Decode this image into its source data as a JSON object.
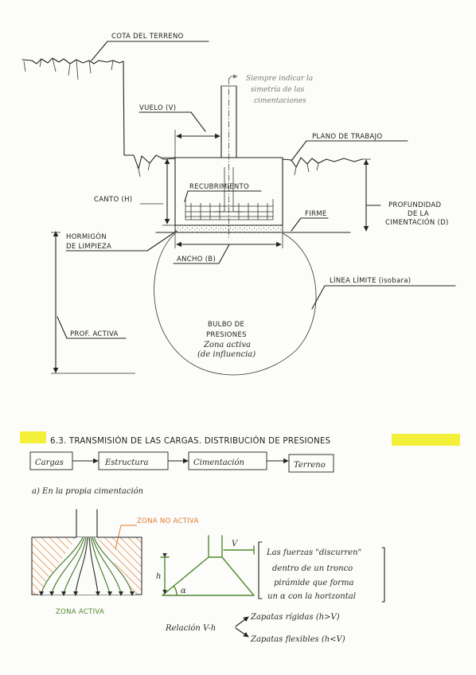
{
  "diagram": {
    "labels": {
      "cota_terreno": "COTA DEL TERRENO",
      "note_l1": "Siempre indicar la",
      "note_l2": "simetría de las",
      "note_l3": "cimentaciones",
      "vuelo": "VUELO (V)",
      "plano_trabajo": "PLANO DE TRABAJO",
      "canto": "CANTO (H)",
      "recubrimiento": "RECUBRIMIENTO",
      "firme": "FIRME",
      "profundidad_l1": "PROFUNDIDAD",
      "profundidad_l2": "DE LA",
      "profundidad_l3": "CIMENTACIÓN (D)",
      "hormigon_l1": "HORMIGÓN",
      "hormigon_l2": "DE LIMPIEZA",
      "ancho": "ANCHO (B)",
      "linea_limite": "LÍNEA LÍMITE (isobara)",
      "prof_activa": "PROF. ACTIVA",
      "bulbo_l1": "BULBO DE",
      "bulbo_l2": "PRESIONES",
      "bulbo_l3": "Zona activa",
      "bulbo_l4": "(de influencia)"
    },
    "section": {
      "title": "6.3. TRANSMISIÓN DE LAS CARGAS. DISTRIBUCIÓN DE PRESIONES",
      "highlight_color": "#f4f03a"
    },
    "flow": [
      "Cargas",
      "Estructura",
      "Cimentación",
      "Terreno"
    ],
    "subsection": "a) En la propia cimentación",
    "zones": {
      "no_activa": "ZONA NO ACTIVA",
      "no_activa_color": "#e07a2a",
      "activa": "ZONA ACTIVA",
      "activa_color": "#4f8a2e"
    },
    "pyramid": {
      "v": "V",
      "h": "h",
      "alpha": "α"
    },
    "note": {
      "l1": "Las fuerzas \"discurren\"",
      "l2": "dentro de un tronco",
      "l3": "pirámide que forma",
      "l4": "un α con la horizontal"
    },
    "relation": {
      "label": "Relación V-h",
      "rigid": "Zapatas rígidas (h>V)",
      "flex": "Zapatas flexibles (h<V)"
    }
  }
}
